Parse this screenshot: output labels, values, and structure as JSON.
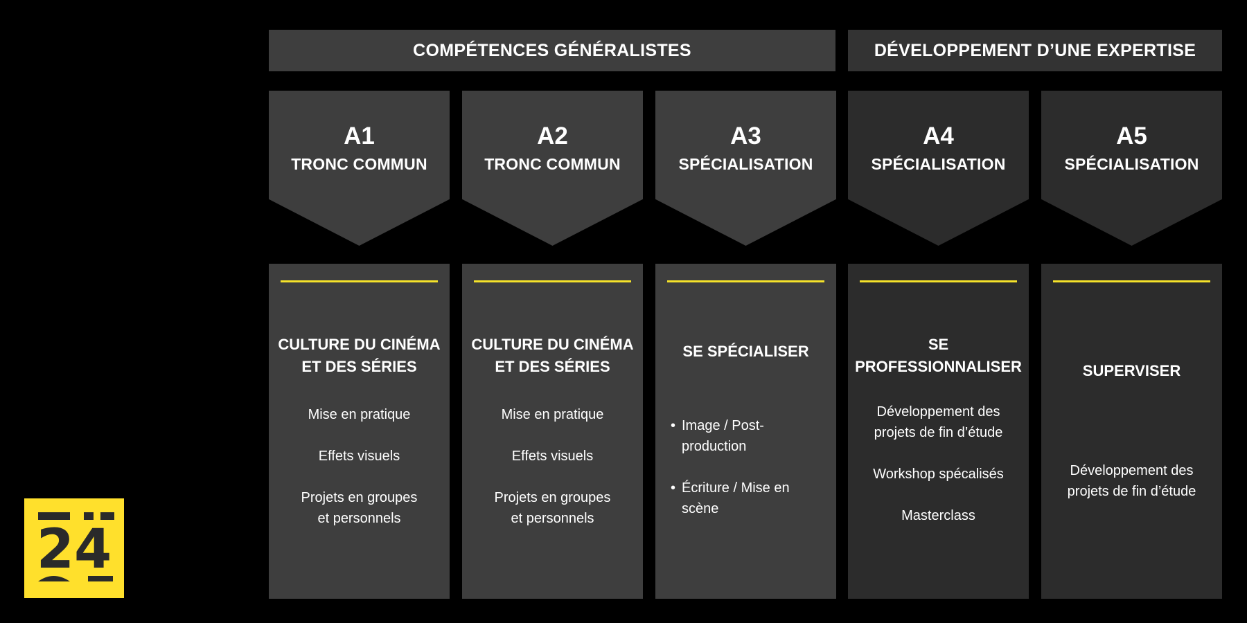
{
  "banners": {
    "general": "COMPÉTENCES GÉNÉRALISTES",
    "expertise": "DÉVELOPPEMENT D’UNE EXPERTISE"
  },
  "years": [
    {
      "code": "A1",
      "stage": "TRONC COMMUN"
    },
    {
      "code": "A2",
      "stage": "TRONC COMMUN"
    },
    {
      "code": "A3",
      "stage": "SPÉCIALISATION"
    },
    {
      "code": "A4",
      "stage": "SPÉCIALISATION"
    },
    {
      "code": "A5",
      "stage": "SPÉCIALISATION"
    }
  ],
  "columns": [
    {
      "heading_line1": "CULTURE DU CINÉMA",
      "heading_line2": "ET DES SÉRIES",
      "items": [
        "Mise en pratique",
        "Effets visuels",
        "Projets en groupes",
        "et personnels"
      ]
    },
    {
      "heading_line1": "CULTURE DU CINÉMA",
      "heading_line2": "ET DES SÉRIES",
      "items": [
        "Mise en pratique",
        "Effets visuels",
        "Projets en groupes",
        "et personnels"
      ]
    },
    {
      "heading_line1": "SE SPÉCIALISER",
      "bullets": [
        {
          "line1": "Image / Post-",
          "line2": "production"
        },
        {
          "line1": "Écriture / Mise en",
          "line2": "scène"
        }
      ]
    },
    {
      "heading_line1": "SE",
      "heading_line2": "PROFESSIONNALISER",
      "items": [
        "Développement des",
        "projets de fin d’étude",
        "Workshop spécalisés",
        "Masterclass"
      ]
    },
    {
      "heading_line1": "SUPERVISER",
      "items": [
        "Développement des",
        "projets de fin d’étude"
      ]
    }
  ],
  "logo": {
    "text": "24",
    "color": "#ffe02c"
  },
  "colors": {
    "accent": "#f5e22a",
    "panel_light": "#3e3e3e",
    "panel_dark": "#2c2c2c"
  }
}
